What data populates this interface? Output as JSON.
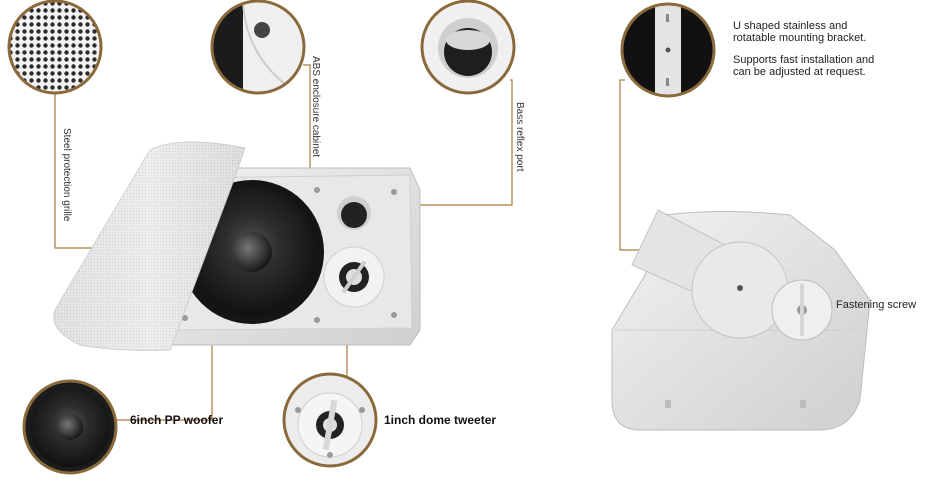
{
  "labels": {
    "steel_grille": "Steel protection grille",
    "abs_cabinet": "ABS enclosure cabinet",
    "bass_reflex": "Bass reflex port",
    "bracket_line1": "U shaped stainless and",
    "bracket_line2": "rotatable mounting bracket.",
    "install_line1": "Supports fast installation and",
    "install_line2": "can be adjusted at request.",
    "fastening_screw": "Fastening screw",
    "woofer": "6inch PP woofer",
    "tweeter": "1inch dome tweeter"
  },
  "colors": {
    "accent_line": "#a67c3d",
    "circle_ring": "#8a6a3a",
    "speaker_body": "#e6e6e6",
    "cone": "#2a2a2a"
  }
}
